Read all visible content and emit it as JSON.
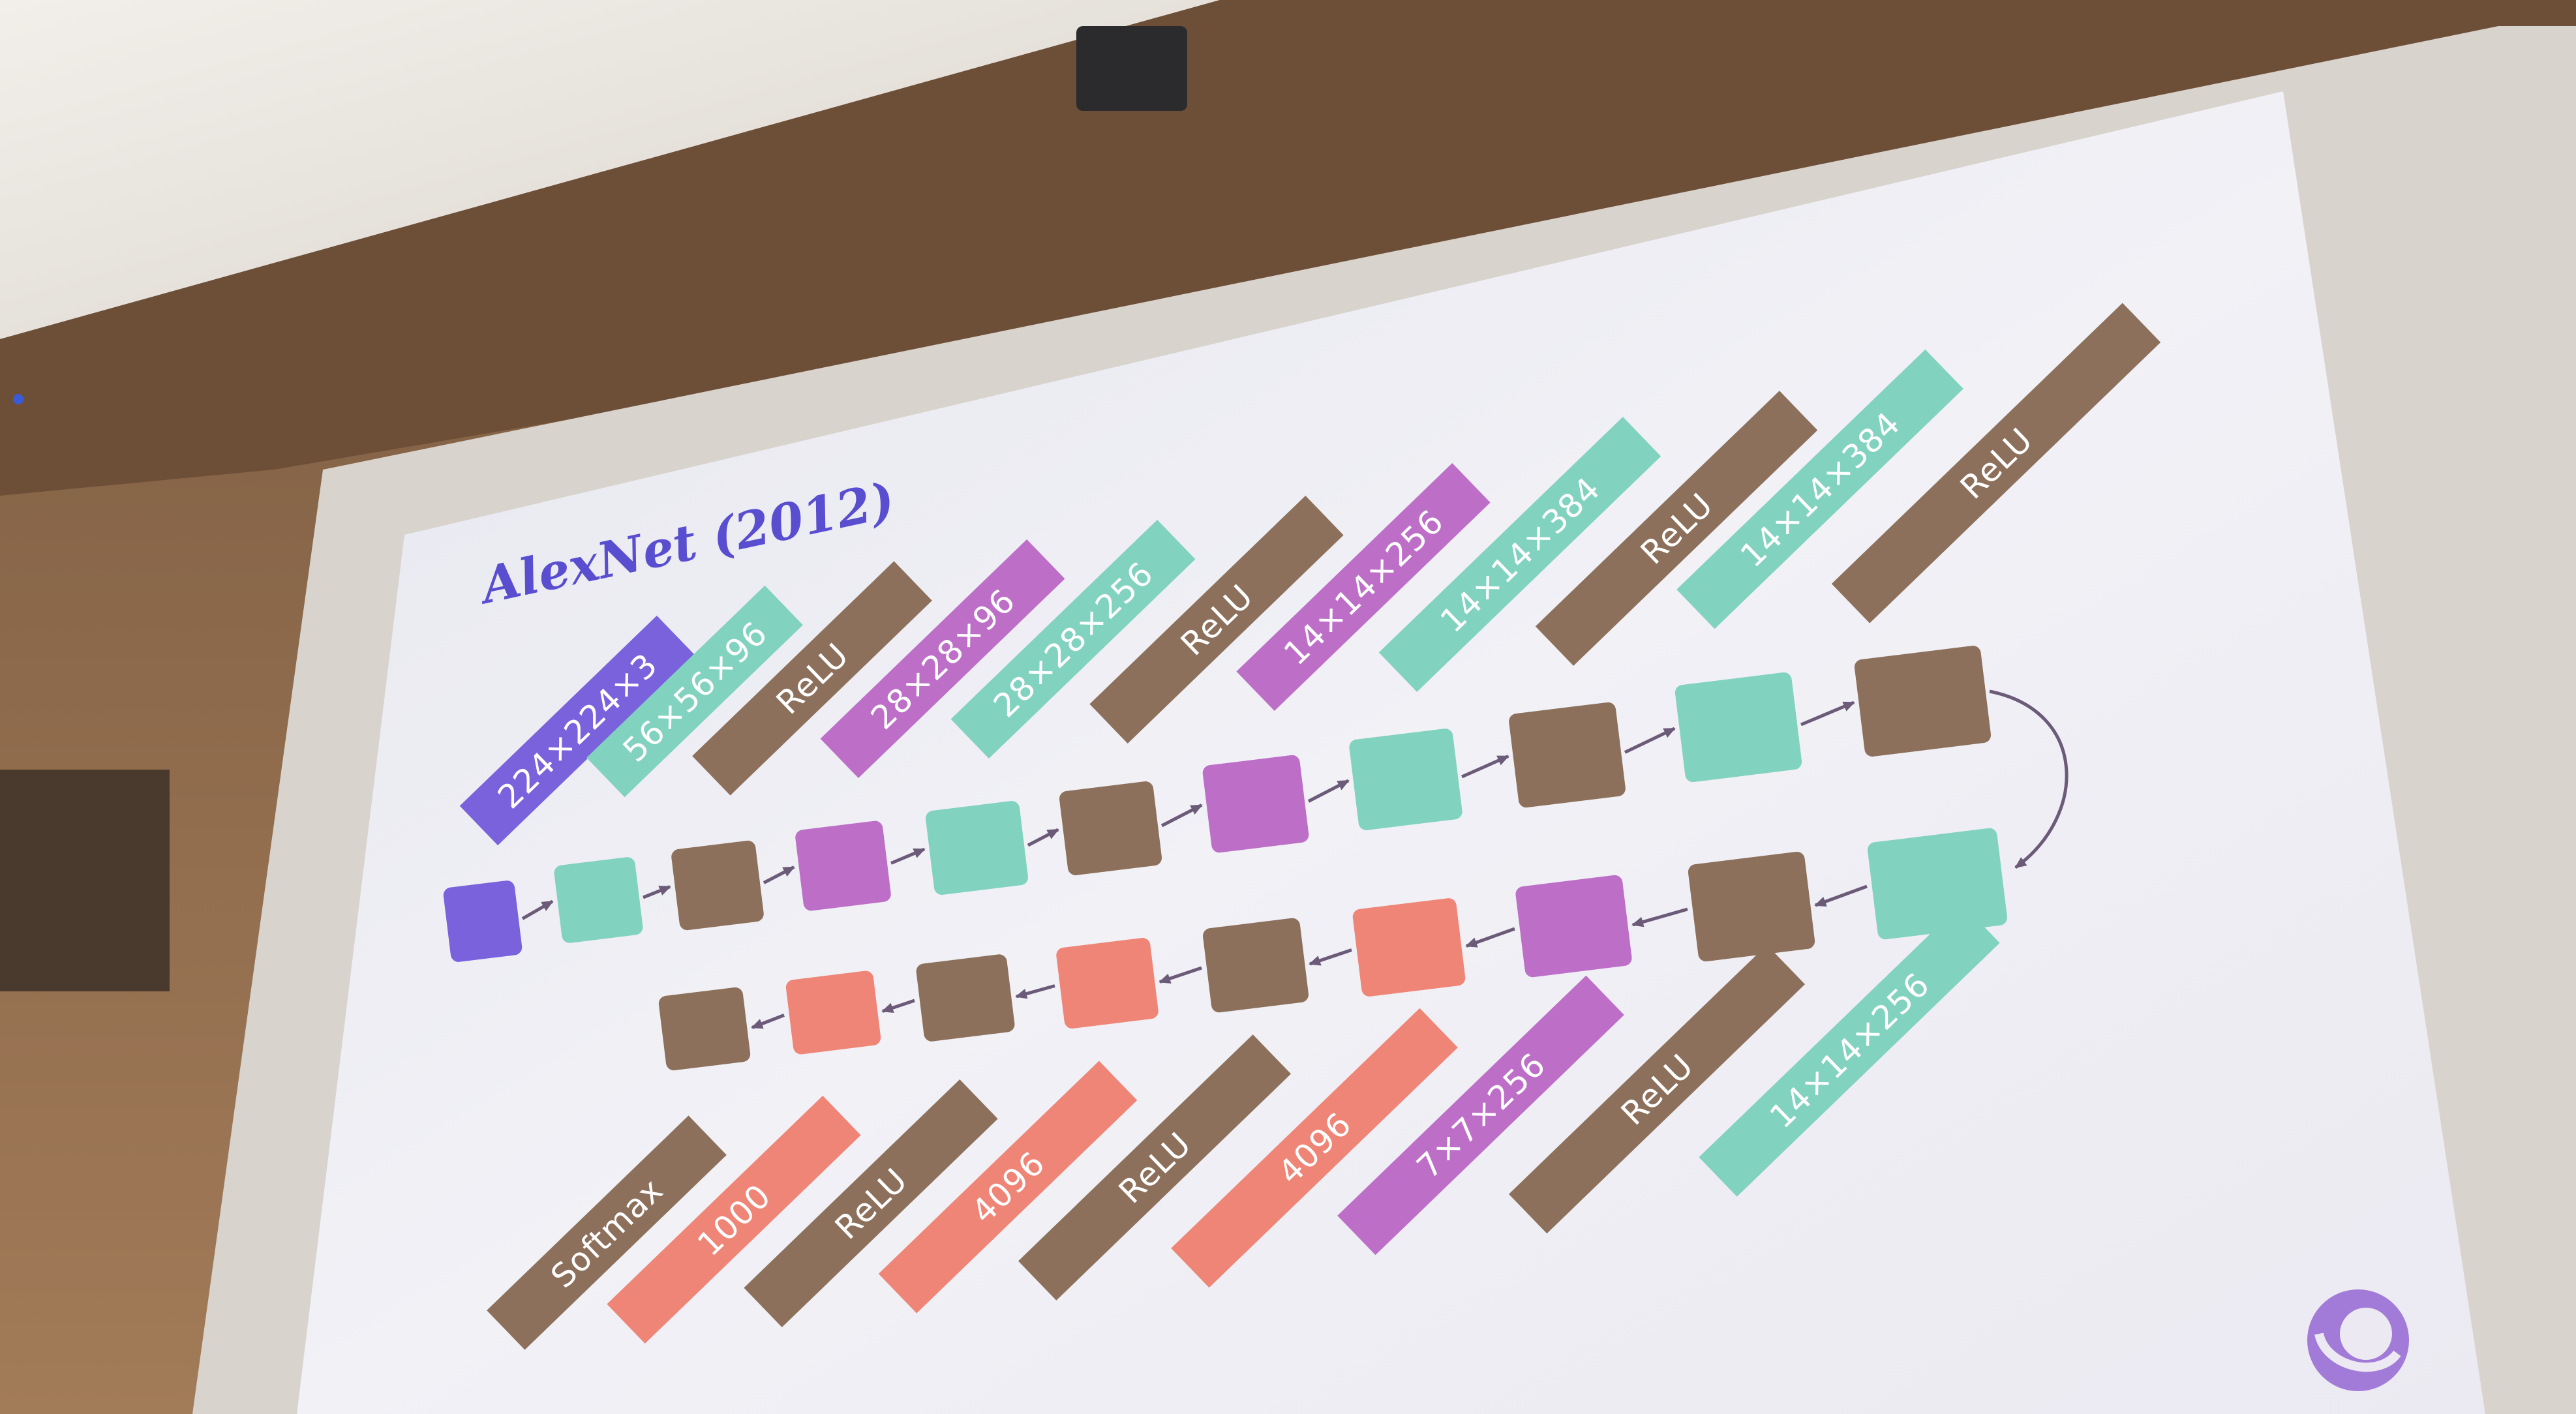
{
  "slide": {
    "title": "AlexNet (2012)"
  },
  "colors": {
    "input": "#7a62dc",
    "teal": "#82d2c0",
    "brown": "#8c705b",
    "purple": "#bd6fc8",
    "salmon": "#ef8576",
    "arrow": "#6b5a78"
  },
  "top_labels": [
    {
      "text": "224×224×3",
      "color": "input"
    },
    {
      "text": "56×56×96",
      "color": "teal"
    },
    {
      "text": "ReLU",
      "color": "brown"
    },
    {
      "text": "28×28×96",
      "color": "purple"
    },
    {
      "text": "28×28×256",
      "color": "teal"
    },
    {
      "text": "ReLU",
      "color": "brown"
    },
    {
      "text": "14×14×256",
      "color": "purple"
    },
    {
      "text": "14×14×384",
      "color": "teal"
    },
    {
      "text": "ReLU",
      "color": "brown"
    },
    {
      "text": "14×14×384",
      "color": "teal"
    },
    {
      "text": "ReLU",
      "color": "brown"
    }
  ],
  "bottom_labels": [
    {
      "text": "Softmax",
      "color": "brown"
    },
    {
      "text": "1000",
      "color": "salmon"
    },
    {
      "text": "ReLU",
      "color": "brown"
    },
    {
      "text": "4096",
      "color": "salmon"
    },
    {
      "text": "ReLU",
      "color": "brown"
    },
    {
      "text": "4096",
      "color": "salmon"
    },
    {
      "text": "7×7×256",
      "color": "purple"
    },
    {
      "text": "ReLU",
      "color": "brown"
    },
    {
      "text": "14×14×256",
      "color": "teal"
    }
  ],
  "row1_nodes": [
    "input",
    "teal",
    "brown",
    "purple",
    "teal",
    "brown",
    "purple",
    "teal",
    "brown",
    "teal",
    "brown"
  ],
  "row2_nodes": [
    "teal",
    "brown",
    "purple",
    "salmon",
    "brown",
    "salmon",
    "brown",
    "salmon",
    "brown"
  ],
  "logo": "deepmind-style-logo"
}
